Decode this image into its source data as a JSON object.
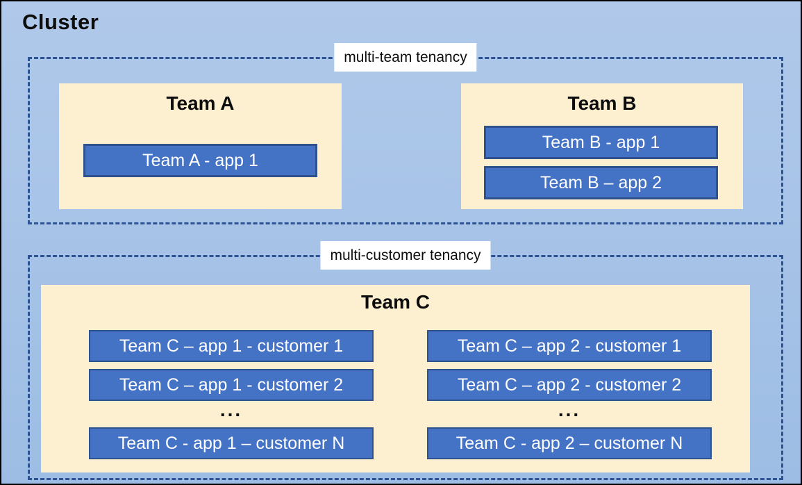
{
  "colors": {
    "bg_top": "#b0c9ea",
    "bg_bottom": "#9dbde4",
    "cream": "#fdf0d0",
    "app_blue": "#4472c4",
    "app_border": "#2f528f",
    "dash": "#2e5394"
  },
  "cluster": {
    "title": "Cluster"
  },
  "multi_team": {
    "label": "multi-team tenancy",
    "team_a": {
      "title": "Team A",
      "apps": [
        "Team A - app 1"
      ]
    },
    "team_b": {
      "title": "Team B",
      "apps": [
        "Team B - app 1",
        "Team B – app 2"
      ]
    }
  },
  "multi_customer": {
    "label": "multi-customer tenancy",
    "team_c": {
      "title": "Team C",
      "app1_column": {
        "rows": [
          "Team C – app 1 - customer 1",
          "Team C – app 1 - customer 2"
        ],
        "ellipsis": "...",
        "row_n": "Team C - app 1 – customer N"
      },
      "app2_column": {
        "rows": [
          "Team C – app 2 - customer 1",
          "Team C – app 2 - customer 2"
        ],
        "ellipsis": "...",
        "row_n": "Team C - app 2 – customer N"
      }
    }
  }
}
